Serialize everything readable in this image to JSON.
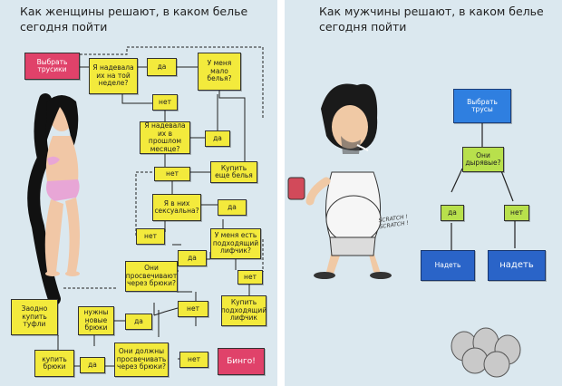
{
  "left_panel": {
    "title": "Как женщины решают, в каком белье\nсегодня пойти",
    "boxes": {
      "choose_panties": "Выбрать\nтрусики",
      "wore_last_week": "Я надевала\nих на той\nнеделе?",
      "yes_1": "да",
      "little_underwear": "У меня\nмало\nбелья?",
      "no_1": "нет",
      "wore_last_month": "Я надевала\nих в прошлом\nмесяце?",
      "yes_2": "да",
      "no_2": "нет",
      "buy_more": "Купить\nеще белья",
      "sexy": "Я в них\nсексуальна?",
      "yes_3": "да",
      "no_3": "нет",
      "have_bra": "У меня есть\nподходящий\nлифчик?",
      "yes_4": "да",
      "show_through": "Они\nпросвечивают\nчерез брюки?",
      "no_4": "нет",
      "buy_bra": "Купить\nподходящий\nлифчик",
      "no_5": "нет",
      "need_pants": "нужны\nновые\nбрюки",
      "yes_5": "да",
      "also_shoes": "Заодно\nкупить\nтуфли",
      "buy_pants": "купить\nбрюки",
      "yes_6": "да",
      "must_show": "Они должны\nпросвечивать\nчерез брюки?",
      "no_6": "нет",
      "bingo": "Бинго!"
    }
  },
  "right_panel": {
    "title": "Как мужчины решают, в каком белье\nсегодня пойти",
    "boxes": {
      "choose_shorts": "Выбрать\nтрусы",
      "holes": "Они\nдырявые?",
      "yes": "да",
      "no": "нет",
      "wear_small": "Надеть",
      "wear_big": "надеть"
    },
    "scratch_text": "SCRATCH !\nSCRATCH !"
  },
  "colors": {
    "background": "#dbe8ef",
    "yellow_box": "#f3ea3c",
    "red_box": "#e0426a",
    "blue_box": "#2f7fe0",
    "green_box": "#b8e04c"
  }
}
